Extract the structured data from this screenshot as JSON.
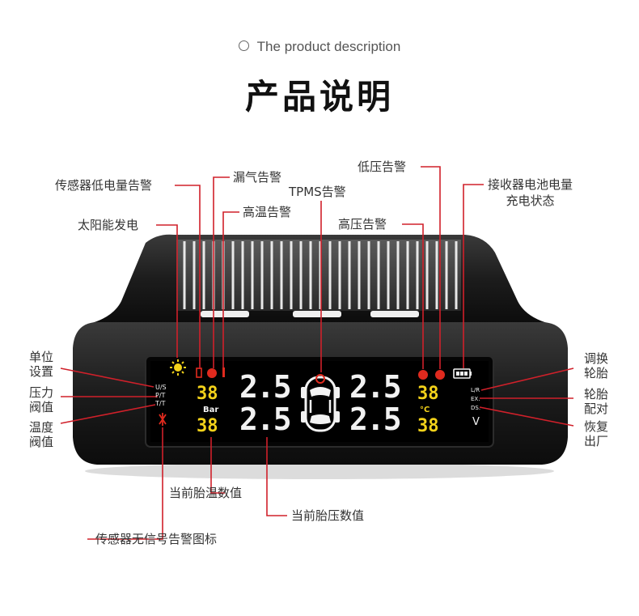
{
  "header": {
    "subtitle": "The product description",
    "title": "产品说明"
  },
  "callouts": {
    "sensor_low_battery": "传感器低电量告警",
    "air_leak": "漏气告警",
    "high_temp": "高温告警",
    "tpms": "TPMS告警",
    "solar": "太阳能发电",
    "low_pressure": "低压告警",
    "high_pressure": "高压告警",
    "receiver_battery_line1": "接收器电池电量",
    "receiver_battery_line2": "充电状态",
    "unit_setting_line1": "单位",
    "unit_setting_line2": "设置",
    "pressure_threshold_line1": "压力",
    "pressure_threshold_line2": "阀值",
    "temp_threshold_line1": "温度",
    "temp_threshold_line2": "阀值",
    "swap_tire_line1": "调换",
    "swap_tire_line2": "轮胎",
    "tire_pair_line1": "轮胎",
    "tire_pair_line2": "配对",
    "factory_reset_line1": "恢复",
    "factory_reset_line2": "出厂",
    "current_temp": "当前胎温数值",
    "current_pressure": "当前胎压数值",
    "no_signal": "传感器无信号告警图标"
  },
  "display": {
    "menu_us": "U/S",
    "menu_pt": "P/T",
    "menu_tt": "T/T",
    "menu_lr": "L/R",
    "menu_ex": "EX.",
    "menu_ds": "DS.",
    "pressure_fl": "2.5",
    "pressure_fr": "2.5",
    "pressure_rl": "2.5",
    "pressure_rr": "2.5",
    "temp_fl": "38",
    "temp_rl": "38",
    "temp_fr": "38",
    "temp_rr": "38",
    "unit_bar": "Bar",
    "unit_c": "°C",
    "unit_v": "V"
  },
  "colors": {
    "line": "#d0202a",
    "digit_white": "#f2f2f2",
    "digit_yellow": "#f3d21a",
    "warn_red": "#e02a1e"
  }
}
